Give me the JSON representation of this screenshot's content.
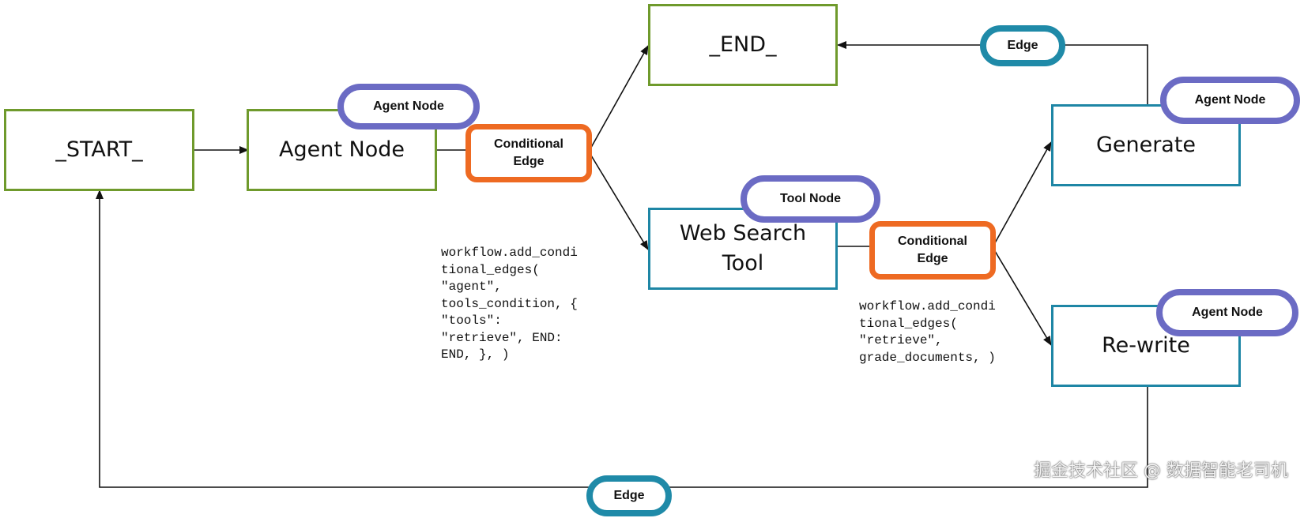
{
  "nodes": {
    "start": "_START_",
    "agent": "Agent Node",
    "end": "_END_",
    "web_search": "Web Search Tool",
    "generate": "Generate",
    "rewrite": "Re-write"
  },
  "badges": {
    "agent_node_1": "Agent Node",
    "agent_node_2": "Agent Node",
    "agent_node_3": "Agent Node",
    "tool_node": "Tool Node",
    "conditional_edge_1": "Conditional Edge",
    "conditional_edge_2": "Conditional Edge",
    "edge_top": "Edge",
    "edge_bottom": "Edge"
  },
  "code": {
    "snippet_1": "workflow.add_condi\ntional_edges(\n\"agent\",\ntools_condition, {\n\"tools\":\n\"retrieve\", END:\nEND, }, )",
    "snippet_2": "workflow.add_condi\ntional_edges(\n\"retrieve\",\ngrade_documents, )"
  },
  "watermark": "掘金技术社区 @ 数据智能老司机",
  "colors": {
    "green_border": "#6f9a2c",
    "teal_border": "#1e86a5",
    "purple_badge": "#6b6bc4",
    "orange_badge": "#ee6a22",
    "edge_badge": "#1f8aa8"
  }
}
